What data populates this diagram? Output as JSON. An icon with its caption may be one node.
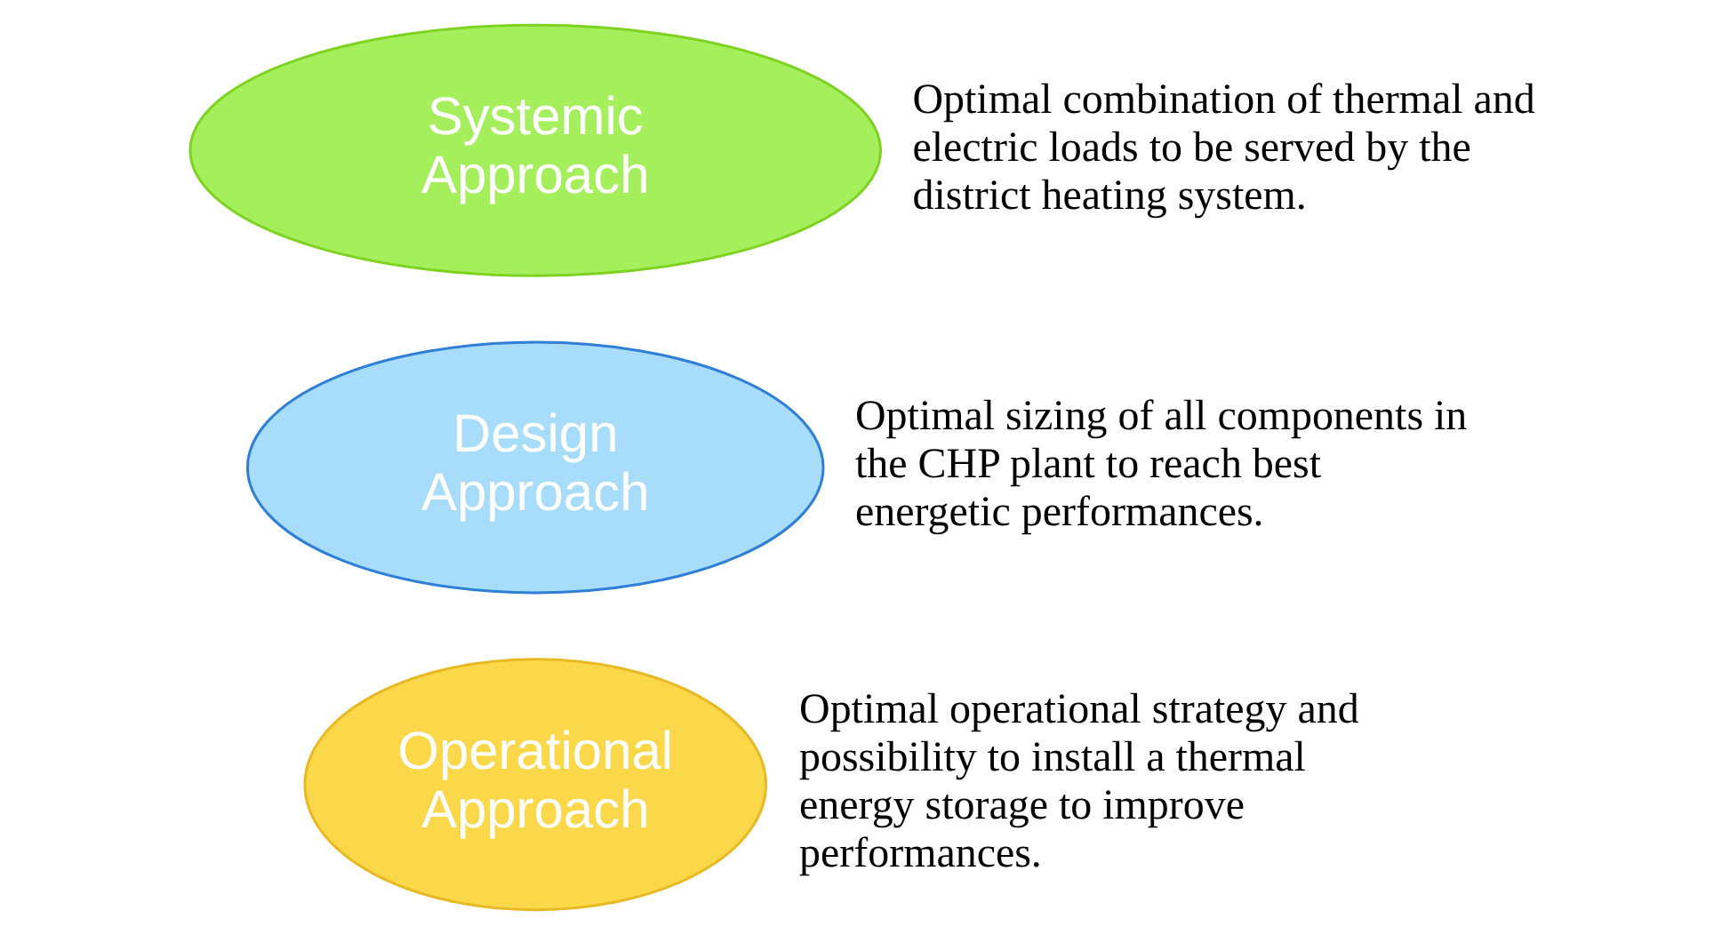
{
  "diagram": {
    "nodes": [
      {
        "text": [
          "Systemic Approach"
        ],
        "beside": [
          "Optimal combination of thermal and electric loads to be served by the district heating system."
        ]
      },
      {
        "text": [
          "Design Approach"
        ],
        "beside": [
          "Optimal sizing of all components in the CHP plant to reach best energetic performances."
        ]
      },
      {
        "text": [
          "Operational Approach"
        ],
        "beside": [
          "Optimal operational strategy and possibility to install a thermal energy storage to improve performances."
        ]
      }
    ]
  }
}
